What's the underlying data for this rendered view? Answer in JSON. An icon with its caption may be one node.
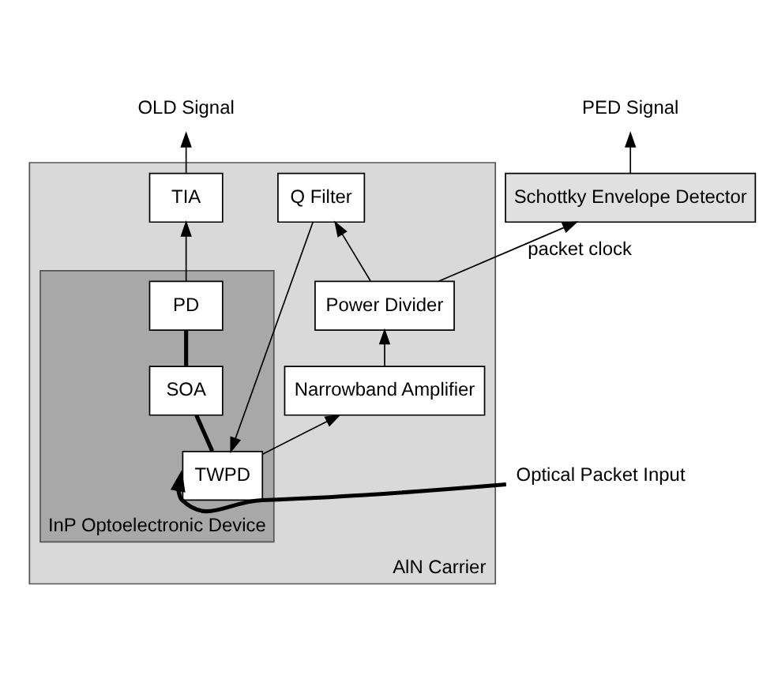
{
  "diagram": {
    "nodes": [
      {
        "text": [
          "PED Signal"
        ]
      },
      {
        "text": [
          "Schottky Envelope Detector"
        ]
      },
      {
        "text": [
          "OLD Signal"
        ]
      },
      {
        "text": [
          "AlN Carrier"
        ]
      },
      {
        "text": [
          "Power Divider"
        ],
        "in": 3
      },
      {
        "text": [
          "TIA"
        ],
        "in": 3
      },
      {
        "text": [
          "Narrowband Amplifier"
        ],
        "in": 3
      },
      {
        "text": [
          "Q Filter"
        ],
        "in": 3
      },
      {
        "text": [
          "InP Optoelectronic Device"
        ],
        "in": 3
      },
      {
        "text": [
          "TWPD"
        ],
        "in": 8
      },
      {
        "text": [
          "SOA"
        ],
        "in": 8
      },
      {
        "text": [
          "PD"
        ],
        "in": 8
      },
      {
        "text": [
          "Optical Packet Input"
        ]
      }
    ],
    "edges": [
      {
        "from": 1,
        "to": 0,
        "arrow": "to"
      },
      {
        "from": 4,
        "to": 1,
        "arrow": "to",
        "label": "packet clock"
      },
      {
        "from": 4,
        "to": 7,
        "arrow": "to"
      },
      {
        "from": 7,
        "to": 9,
        "arrow": "to"
      },
      {
        "from": 9,
        "to": 6,
        "arrow": "to"
      },
      {
        "from": 6,
        "to": 4,
        "arrow": "to"
      },
      {
        "from": 11,
        "to": 5,
        "arrow": "to"
      },
      {
        "from": 5,
        "to": 2,
        "arrow": "to"
      },
      {
        "from": 12,
        "to": 9,
        "arrow": "to",
        "style": "thick"
      },
      {
        "from": 9,
        "to": 10,
        "arrow": "none",
        "style": "thick"
      },
      {
        "from": 10,
        "to": 11,
        "arrow": "none",
        "style": "thick"
      }
    ]
  }
}
